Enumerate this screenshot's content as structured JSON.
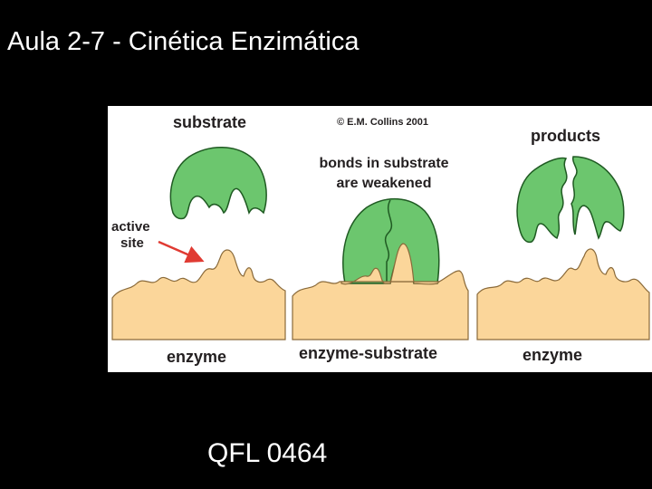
{
  "slide": {
    "title": "Aula 2-7 - Cinética Enzimática",
    "footer": "QFL 0464"
  },
  "diagram": {
    "copyright": "© E.M. Collins 2001",
    "panels": [
      {
        "top_label": "substrate",
        "bottom_label": "enzyme",
        "side_label_line1": "active",
        "side_label_line2": "site"
      },
      {
        "top_label_line1": "bonds in substrate",
        "top_label_line2": "are weakened",
        "bottom_label": "enzyme-substrate"
      },
      {
        "top_label": "products",
        "bottom_label": "enzyme"
      }
    ],
    "colors": {
      "substrate_fill": "#6cc66e",
      "substrate_stroke": "#1f5a22",
      "enzyme_fill": "#fbd69a",
      "enzyme_stroke": "#8a6a3a",
      "arrow": "#e03a32"
    }
  }
}
